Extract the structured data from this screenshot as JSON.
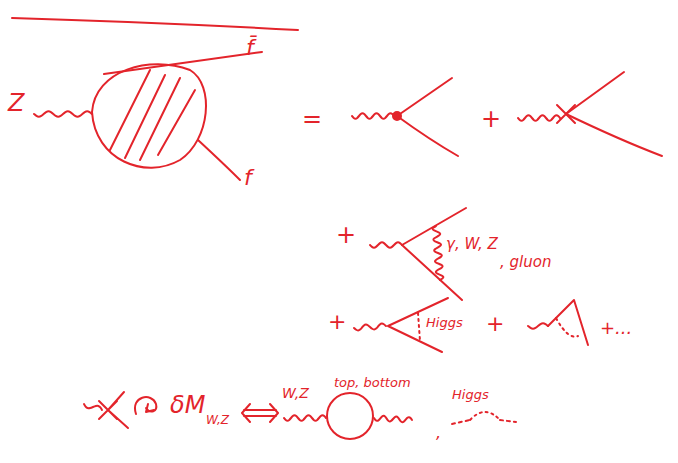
{
  "diagram": {
    "labels": [
      "Z",
      "f̄",
      "f",
      "=",
      "+",
      "+",
      "γ, W, Z",
      ", gluon",
      "+",
      "Higgs",
      "+",
      "+...",
      "δM",
      "W,Z",
      "W,Z",
      "top, bottom",
      ",",
      "Higgs"
    ]
  }
}
